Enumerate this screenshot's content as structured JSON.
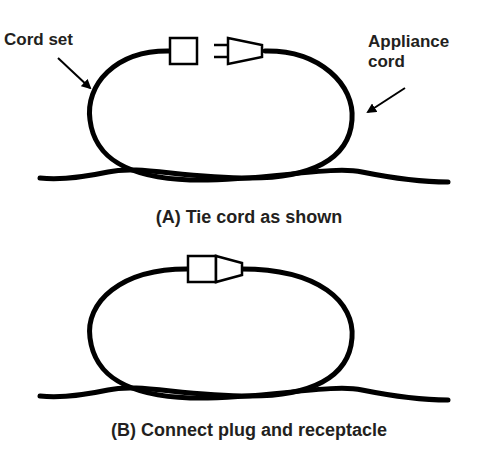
{
  "diagram": {
    "labels": [
      "Cord set",
      "Appliance cord",
      "(A) Tie cord as shown",
      "(B) Connect plug and receptacle"
    ]
  }
}
